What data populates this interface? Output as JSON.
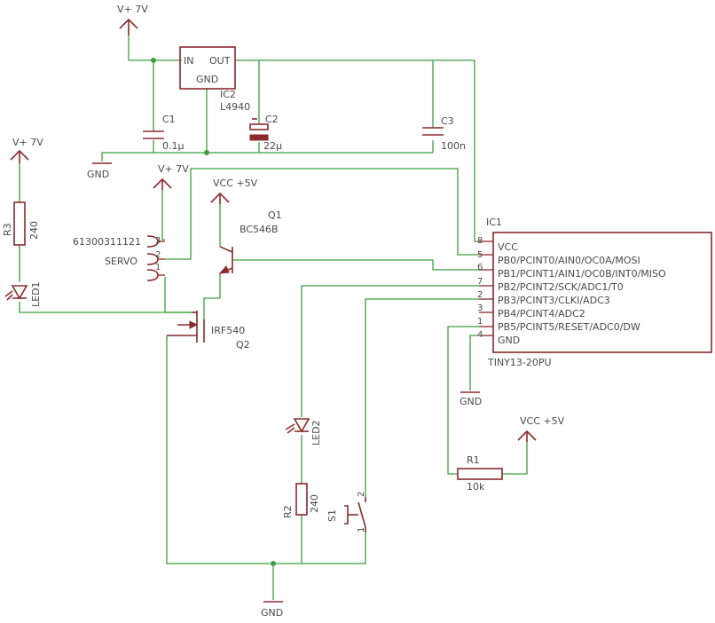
{
  "supplies": {
    "vplus7_top": "V+ 7V",
    "vplus7_left": "V+ 7V",
    "vplus7_servo": "V+ 7V",
    "vcc5_q1": "VCC +5V",
    "vcc5_r1": "VCC +5V",
    "gnd_top": "GND",
    "gnd_ic1": "GND",
    "gnd_bottom": "GND"
  },
  "ic2": {
    "name": "IC2",
    "value": "L4940",
    "pin_in": "IN",
    "pin_out": "OUT",
    "pin_gnd": "GND"
  },
  "c1": {
    "name": "C1",
    "value": "0.1μ"
  },
  "c2": {
    "name": "C2",
    "value": "22μ"
  },
  "c3": {
    "name": "C3",
    "value": "100n"
  },
  "r3": {
    "name": "R3",
    "value": "240"
  },
  "led1": {
    "name": "LED1"
  },
  "servo": {
    "part": "61300311121",
    "label": "SERVO",
    "pins": [
      "3",
      "2",
      "1"
    ]
  },
  "q1": {
    "name": "Q1",
    "value": "BC546B"
  },
  "q2": {
    "name": "Q2",
    "value": "IRF540"
  },
  "ic1": {
    "name": "IC1",
    "value": "TINY13-20PU",
    "pins": [
      {
        "num": "8",
        "label": "VCC"
      },
      {
        "num": "5",
        "label": "PB0/PCINT0/AIN0/OC0A/MOSI"
      },
      {
        "num": "6",
        "label": "PB1/PCINT1/AIN1/OC0B/INT0/MISO"
      },
      {
        "num": "7",
        "label": "PB2/PCINT2/SCK/ADC1/T0"
      },
      {
        "num": "2",
        "label": "PB3/PCINT3/CLKI/ADC3"
      },
      {
        "num": "3",
        "label": "PB4/PCINT4/ADC2"
      },
      {
        "num": "1",
        "label": "PB5/PCINT5/RESET/ADC0/DW"
      },
      {
        "num": "4",
        "label": "GND"
      }
    ]
  },
  "led2": {
    "name": "LED2"
  },
  "r2": {
    "name": "R2",
    "value": "240"
  },
  "s1": {
    "name": "S1",
    "pin1": "1",
    "pin2": "2"
  },
  "r1": {
    "name": "R1",
    "value": "10k"
  }
}
